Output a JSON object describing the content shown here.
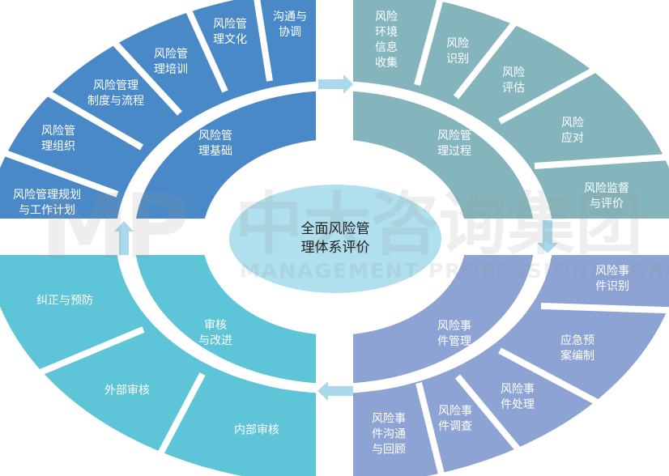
{
  "colors": {
    "foundation": "#4a89c8",
    "process": "#84b5bd",
    "event": "#8ca3d4",
    "audit": "#5ec5d8",
    "center": "#b0dfee",
    "arrow": "#a9d9ea"
  },
  "center": {
    "title": "全面风险管\n理体系评价"
  },
  "quadrants": {
    "foundation": {
      "inner": "风险管\n理基础",
      "items": [
        "风险管理规划\n与工作计划",
        "风险管\n理组织",
        "风险管理\n制度与流程",
        "风险管\n理培训",
        "风险管\n理文化",
        "沟通与\n协调"
      ]
    },
    "process": {
      "inner": "风险管\n理过程",
      "items": [
        "风险\n环境\n信息\n收集",
        "风险\n识别",
        "风险\n评估",
        "风险\n应对",
        "风险监督\n与评价"
      ]
    },
    "event": {
      "inner": "风险事\n件管理",
      "items": [
        "风险事\n件识别",
        "应急预\n案编制",
        "风险事\n件处理",
        "风险事\n件调查",
        "风险事\n件沟通\n与回顾"
      ]
    },
    "audit": {
      "inner": "审核\n与改进",
      "items": [
        "纠正与预防",
        "外部审核",
        "内部审核"
      ]
    }
  },
  "watermark": {
    "logo": "MP",
    "name": "中大咨询集团",
    "english": "MANAGEMENT PROFESSIONAL GROUP"
  }
}
